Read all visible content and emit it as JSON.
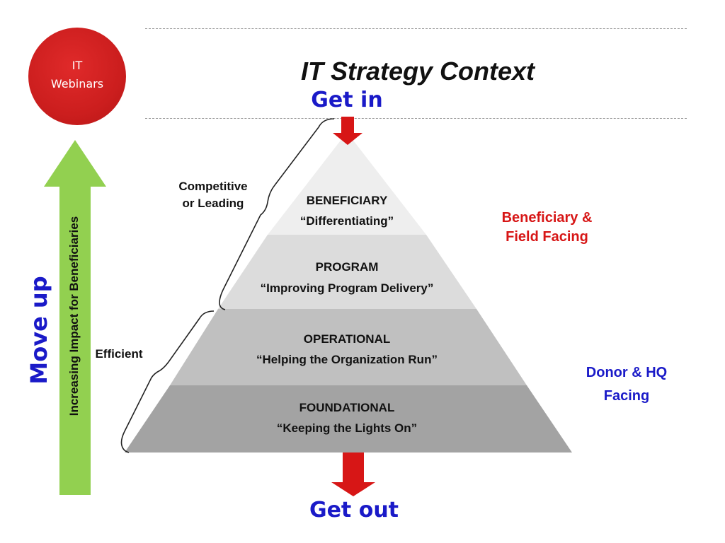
{
  "logo": {
    "line1": "IT",
    "line2": "Webinars"
  },
  "title": "IT Strategy Context",
  "get_in": "Get in",
  "get_out": "Get out",
  "left_arrow": {
    "big_label": "Move up",
    "rotated_label": "Increasing Impact for Beneficiaries",
    "color": "#92d050"
  },
  "brackets": {
    "top_label_line1": "Competitive",
    "top_label_line2": "or Leading",
    "bottom_label": "Efficient"
  },
  "pyramid": {
    "tiers": [
      {
        "name": "BENEFICIARY",
        "desc": "“Differentiating”",
        "color": "#eeeeee"
      },
      {
        "name": "PROGRAM",
        "desc": "“Improving Program Delivery”",
        "color": "#dcdcdc"
      },
      {
        "name": "OPERATIONAL",
        "desc": "“Helping the Organization Run”",
        "color": "#c0c0c0"
      },
      {
        "name": "FOUNDATIONAL",
        "desc": "“Keeping the Lights On”",
        "color": "#a3a3a3"
      }
    ]
  },
  "right_labels": {
    "top_line1": "Beneficiary &",
    "top_line2": "Field Facing",
    "top_color": "#d71616",
    "bottom_line1": "Donor & HQ",
    "bottom_line2": "Facing",
    "bottom_color": "#1a1ac8"
  },
  "arrow_color": "#d71616"
}
